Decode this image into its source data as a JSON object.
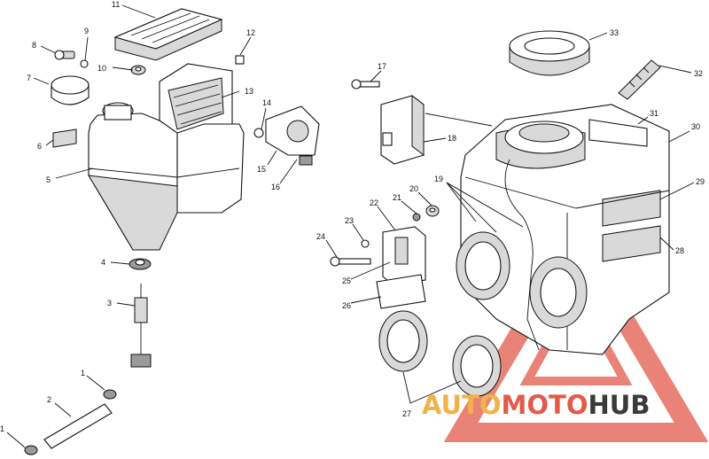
{
  "callouts": [
    {
      "id": "c1a",
      "text": "1"
    },
    {
      "id": "c1b",
      "text": "1"
    },
    {
      "id": "c2",
      "text": "2"
    },
    {
      "id": "c3",
      "text": "3"
    },
    {
      "id": "c4",
      "text": "4"
    },
    {
      "id": "c5",
      "text": "5"
    },
    {
      "id": "c6",
      "text": "6"
    },
    {
      "id": "c7",
      "text": "7"
    },
    {
      "id": "c8",
      "text": "8"
    },
    {
      "id": "c9",
      "text": "9"
    },
    {
      "id": "c10",
      "text": "10"
    },
    {
      "id": "c11",
      "text": "11"
    },
    {
      "id": "c12",
      "text": "12"
    },
    {
      "id": "c13",
      "text": "13"
    },
    {
      "id": "c14",
      "text": "14"
    },
    {
      "id": "c15",
      "text": "15"
    },
    {
      "id": "c16",
      "text": "16"
    },
    {
      "id": "c17",
      "text": "17"
    },
    {
      "id": "c18",
      "text": "18"
    },
    {
      "id": "c19",
      "text": "19"
    },
    {
      "id": "c20",
      "text": "20"
    },
    {
      "id": "c21",
      "text": "21"
    },
    {
      "id": "c22",
      "text": "22"
    },
    {
      "id": "c23",
      "text": "23"
    },
    {
      "id": "c24",
      "text": "24"
    },
    {
      "id": "c25",
      "text": "25"
    },
    {
      "id": "c26",
      "text": "26"
    },
    {
      "id": "c27",
      "text": "27"
    },
    {
      "id": "c28",
      "text": "28"
    },
    {
      "id": "c29",
      "text": "29"
    },
    {
      "id": "c30",
      "text": "30"
    },
    {
      "id": "c31",
      "text": "31"
    },
    {
      "id": "c32",
      "text": "32"
    },
    {
      "id": "c33",
      "text": "33"
    }
  ],
  "watermark": {
    "part1": "AUTO",
    "part2": "MOTO",
    "part3": "HUB",
    "colors": {
      "auto": "#f2b24a",
      "moto": "#e35a4a",
      "hub": "#3a3a3a",
      "triangle": "#e35a4a"
    }
  }
}
